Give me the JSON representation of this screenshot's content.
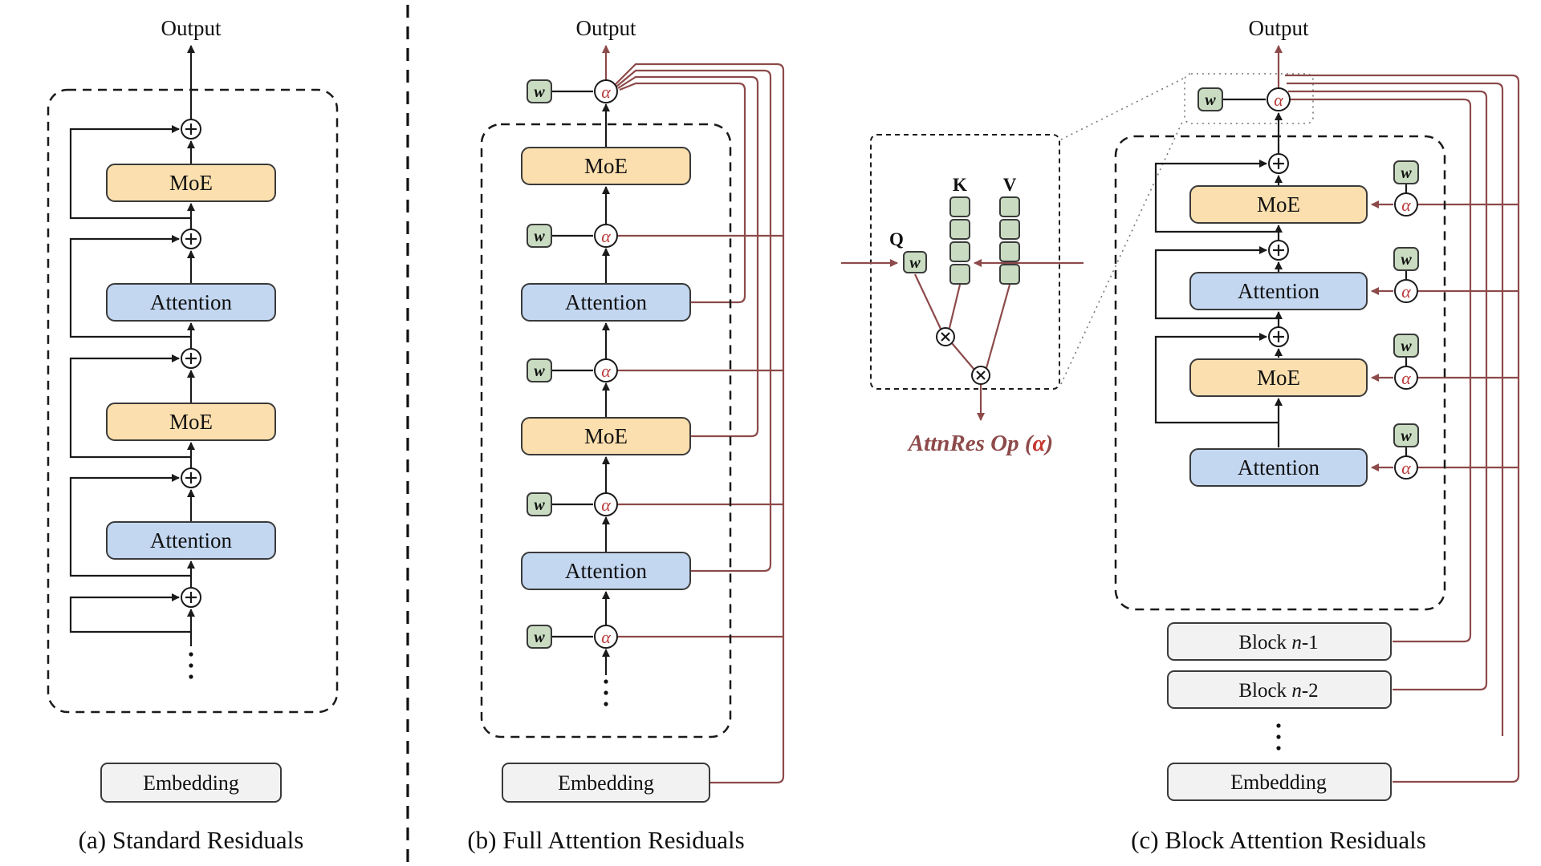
{
  "fig": {
    "a": {
      "caption": "(a) Standard Residuals",
      "output": "Output",
      "blocks": [
        "MoE",
        "Attention",
        "MoE",
        "Attention"
      ],
      "embedding": "Embedding"
    },
    "b": {
      "caption": "(b) Full Attention Residuals",
      "output": "Output",
      "blocks": [
        "MoE",
        "Attention",
        "MoE",
        "Attention"
      ],
      "embedding": "Embedding",
      "w": "w",
      "alpha": "α"
    },
    "inset": {
      "q": "Q",
      "k": "K",
      "v": "V",
      "w": "w",
      "op_prefix": "AttnRes Op (",
      "op_alpha": "α",
      "op_suffix": ")"
    },
    "c": {
      "caption": "(c) Block Attention Residuals",
      "output": "Output",
      "blocks": [
        "MoE",
        "Attention",
        "MoE",
        "Attention"
      ],
      "stack": [
        {
          "pre": "Block ",
          "var": "n",
          "suf": "-1"
        },
        {
          "pre": "Block ",
          "var": "n",
          "suf": "-2"
        }
      ],
      "embedding": "Embedding",
      "w": "w",
      "alpha": "α"
    },
    "colors": {
      "moe_fill": "#fbdfae",
      "attention_fill": "#c3d7f1",
      "weight_fill": "#c9dcc1",
      "stack_fill": "#f2f2f2",
      "residual_line": "#8d4a4a",
      "alpha_glyph": "#bb3b3b",
      "line": "#1a1a1a"
    }
  }
}
